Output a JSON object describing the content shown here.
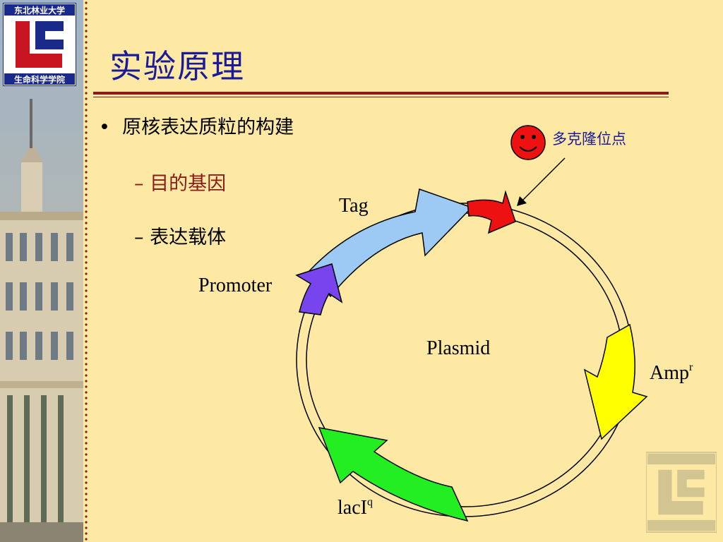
{
  "logo": {
    "top_text": "东北林业大学",
    "bottom_text": "生命科学学院"
  },
  "title": "实验原理",
  "bullets": [
    {
      "marker": "•",
      "text": "原核表达质粒的构建"
    }
  ],
  "subitems": [
    {
      "marker": "–",
      "text": "目的基因"
    },
    {
      "marker": "–",
      "text": "表达载体"
    }
  ],
  "diagram": {
    "center_label": "Plasmid",
    "labels": {
      "tag": "Tag",
      "promoter": "Promoter",
      "amp": "Amp",
      "amp_sup": "r",
      "laci": "lacI",
      "laci_sup": "q",
      "mcs": "多克隆位点"
    },
    "colors": {
      "tag": "#9ccaf5",
      "promoter": "#7744ee",
      "amp": "#ffff00",
      "laci": "#22ee22",
      "mcs": "#ee1111",
      "title": "#1a1a9a",
      "accent": "#8a1b1b"
    },
    "icons": [
      "smiley-icon",
      "pointer-arrow-icon"
    ]
  }
}
